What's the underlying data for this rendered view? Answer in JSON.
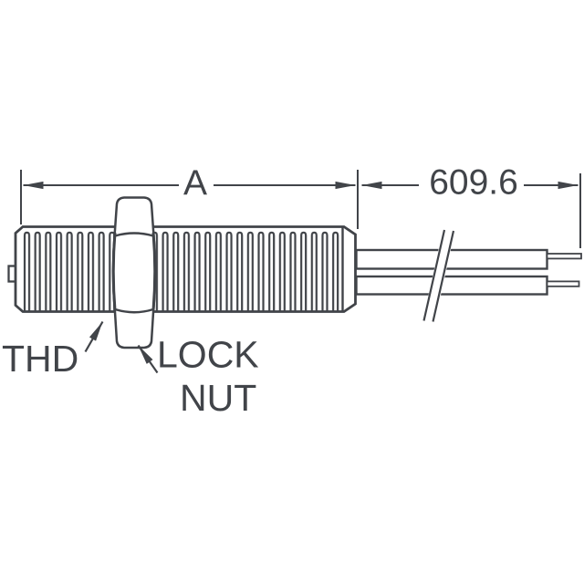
{
  "dimensions": {
    "body_length_label": "A",
    "wire_length_label": "609.6"
  },
  "callouts": {
    "thread_label": "THD",
    "lock_nut_label_line1": "LOCK",
    "lock_nut_label_line2": "NUT"
  },
  "colors": {
    "line": "#414449",
    "background": "#ffffff"
  }
}
